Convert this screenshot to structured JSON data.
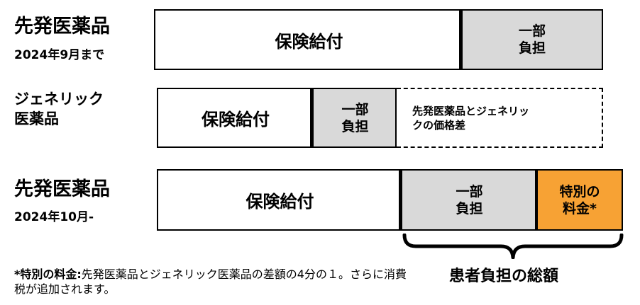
{
  "row1": {
    "title": "先発医薬品",
    "subtitle": "2024年9月まで",
    "insurance": "保険給付",
    "copay": "一部\n負担"
  },
  "row2": {
    "title_line1": "ジェネリック",
    "title_line2": "医薬品",
    "insurance": "保険給付",
    "copay": "一部\n負担",
    "price_diff": "先発医薬品とジェネリッ\nクの価格差"
  },
  "row3": {
    "title": "先発医薬品",
    "subtitle": "2024年10月-",
    "insurance": "保険給付",
    "copay": "一部\n負担",
    "special": "特別の\n料金*"
  },
  "brace_label": "患者負担の総額",
  "footnote": {
    "bold": "*特別の料金:",
    "text": "先発医薬品とジェネリック医薬品の差額の4分の１。さらに消費税が追加されます。"
  },
  "colors": {
    "copay": "#d9d9d9",
    "special": "#f7a234",
    "border": "#000000"
  }
}
